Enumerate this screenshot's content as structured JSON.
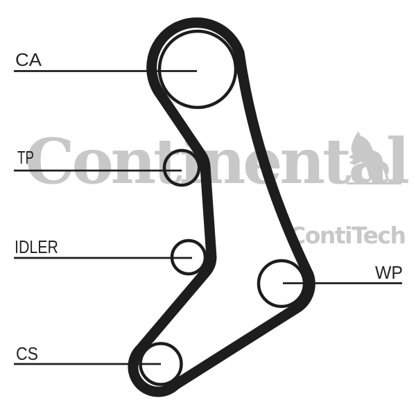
{
  "diagram": {
    "title": "timing-belt-routing-diagram",
    "labels": {
      "ca": "CA",
      "tp": "TP",
      "idler": "IDLER",
      "cs": "CS",
      "wp": "WP"
    }
  },
  "watermark": {
    "brand": "Continental",
    "sub_brand": "ContiTech",
    "horse_icon": "rearing-horse"
  },
  "colors": {
    "ink": "#1d1d1d",
    "watermark": "#c8c8c8"
  }
}
